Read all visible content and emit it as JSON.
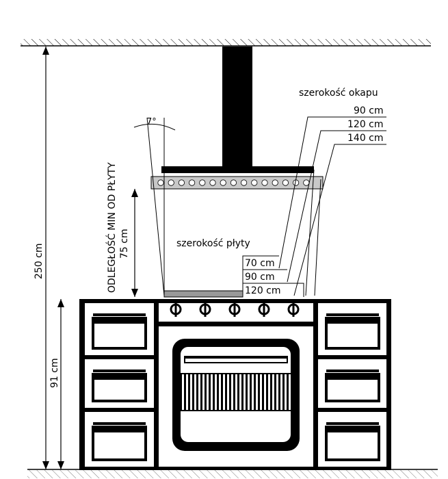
{
  "labels": {
    "total_height": "250 cm",
    "counter_height": "91 cm",
    "min_distance_title": "ODLEGŁOŚĆ MIN OD PŁYTY",
    "min_distance_value": "75 cm",
    "angle": "7°",
    "hood_width_title": "szerokość okapu",
    "hood_widths": [
      "90 cm",
      "120 cm",
      "140 cm"
    ],
    "hob_width_title": "szerokość płyty",
    "hob_widths": [
      "70 cm",
      "90 cm",
      "120 cm"
    ]
  },
  "colors": {
    "line": "#000000",
    "filter": "#c8c8c8",
    "hob": "#999999",
    "background": "#ffffff"
  },
  "icons": [
    "ceiling-hatch",
    "floor-hatch",
    "hood-chimney",
    "grease-filter",
    "control-knob",
    "oven-grill",
    "drawer-handle"
  ]
}
